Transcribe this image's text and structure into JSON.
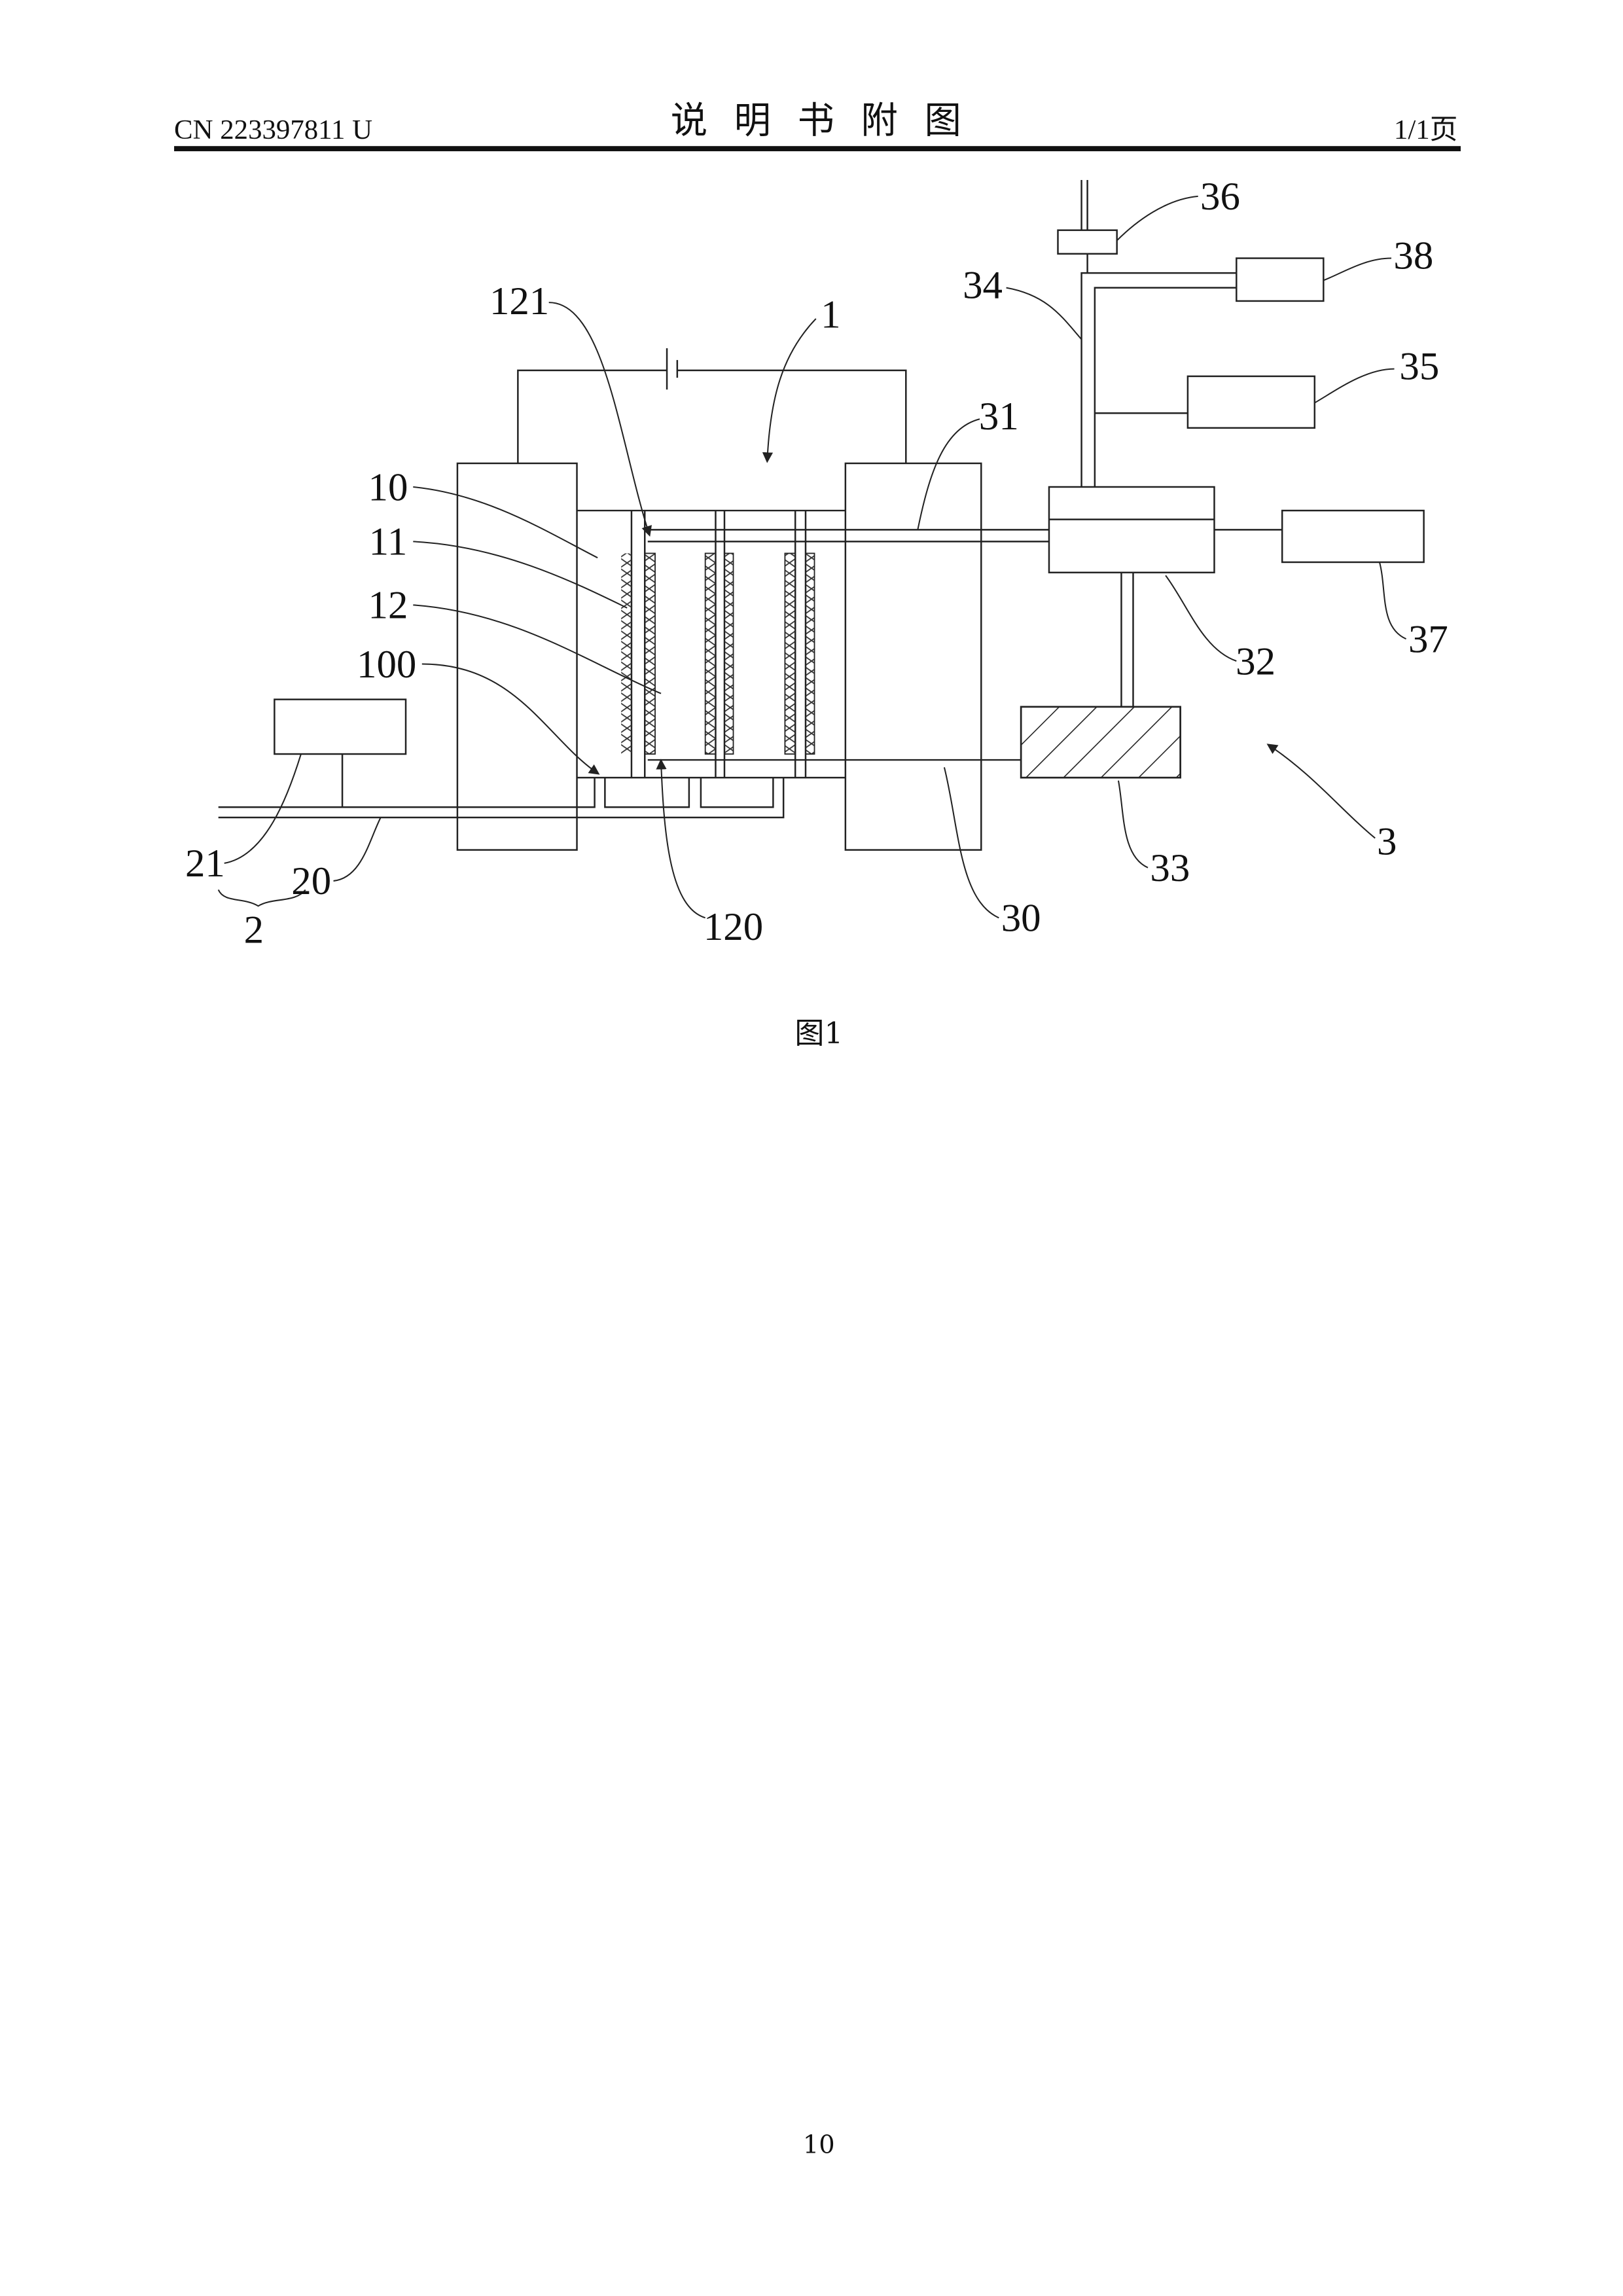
{
  "header": {
    "doc_number": "CN 223397811 U",
    "title": "说明书附图",
    "page_info": "1/1页"
  },
  "figure": {
    "caption": "图1",
    "labels": {
      "l1": "1",
      "l2": "2",
      "l3": "3",
      "l10": "10",
      "l11": "11",
      "l12": "12",
      "l100": "100",
      "l120": "120",
      "l121": "121",
      "l20": "20",
      "l21": "21",
      "l30": "30",
      "l31": "31",
      "l32": "32",
      "l33": "33",
      "l34": "34",
      "l35": "35",
      "l36": "36",
      "l37": "37",
      "l38": "38"
    }
  },
  "footer": {
    "page_number": "10"
  }
}
